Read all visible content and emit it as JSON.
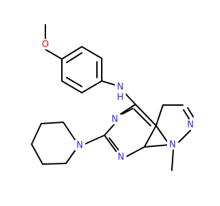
{
  "molecule": {
    "atoms": {
      "methoxy_oxygen": "O",
      "amine_n": "N",
      "amine_h": "H",
      "pyrimidine_n_upper": "N",
      "pyrimidine_n_lower": "N",
      "pyrazole_n_upper": "N",
      "pyrazole_n_lower": "N",
      "piperidine_n": "N"
    },
    "colors": {
      "nitrogen": "#2a2aee",
      "oxygen": "#e8000b",
      "carbon_bond": "#000000",
      "background": "#ffffff"
    }
  }
}
